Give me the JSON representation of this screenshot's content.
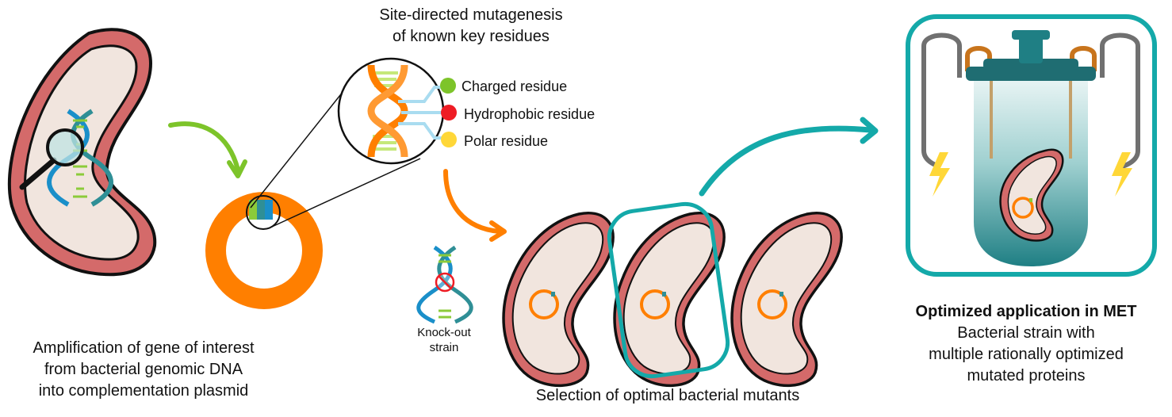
{
  "figure": {
    "step1_caption": [
      "Amplification of gene of interest",
      "from bacterial genomic DNA",
      "into complementation plasmid"
    ],
    "step2_caption": [
      "Site-directed mutagenesis",
      "of known key residues"
    ],
    "legend": [
      {
        "label": "Charged residue",
        "color": "#7dc42a"
      },
      {
        "label": "Hydrophobic residue",
        "color": "#ee1c24"
      },
      {
        "label": "Polar residue",
        "color": "#ffd738"
      }
    ],
    "knockout_label": [
      "Knock-out",
      "strain"
    ],
    "step3_caption": "Selection of optimal bacterial mutants",
    "step4_title": "Optimized application in MET",
    "step4_caption": [
      "Bacterial strain with",
      "multiple rationally optimized",
      "mutated proteins"
    ]
  },
  "colors": {
    "cell_wall": "#d46a6a",
    "cell_body": "#f1e5de",
    "plasmid": "#ff7f00",
    "dna_blue": "#1a8fc9",
    "dna_teal": "#2f8f96",
    "teal_frame": "#14a9a9",
    "green_arrow": "#7dc42a",
    "orange_arrow": "#ff7f00"
  }
}
